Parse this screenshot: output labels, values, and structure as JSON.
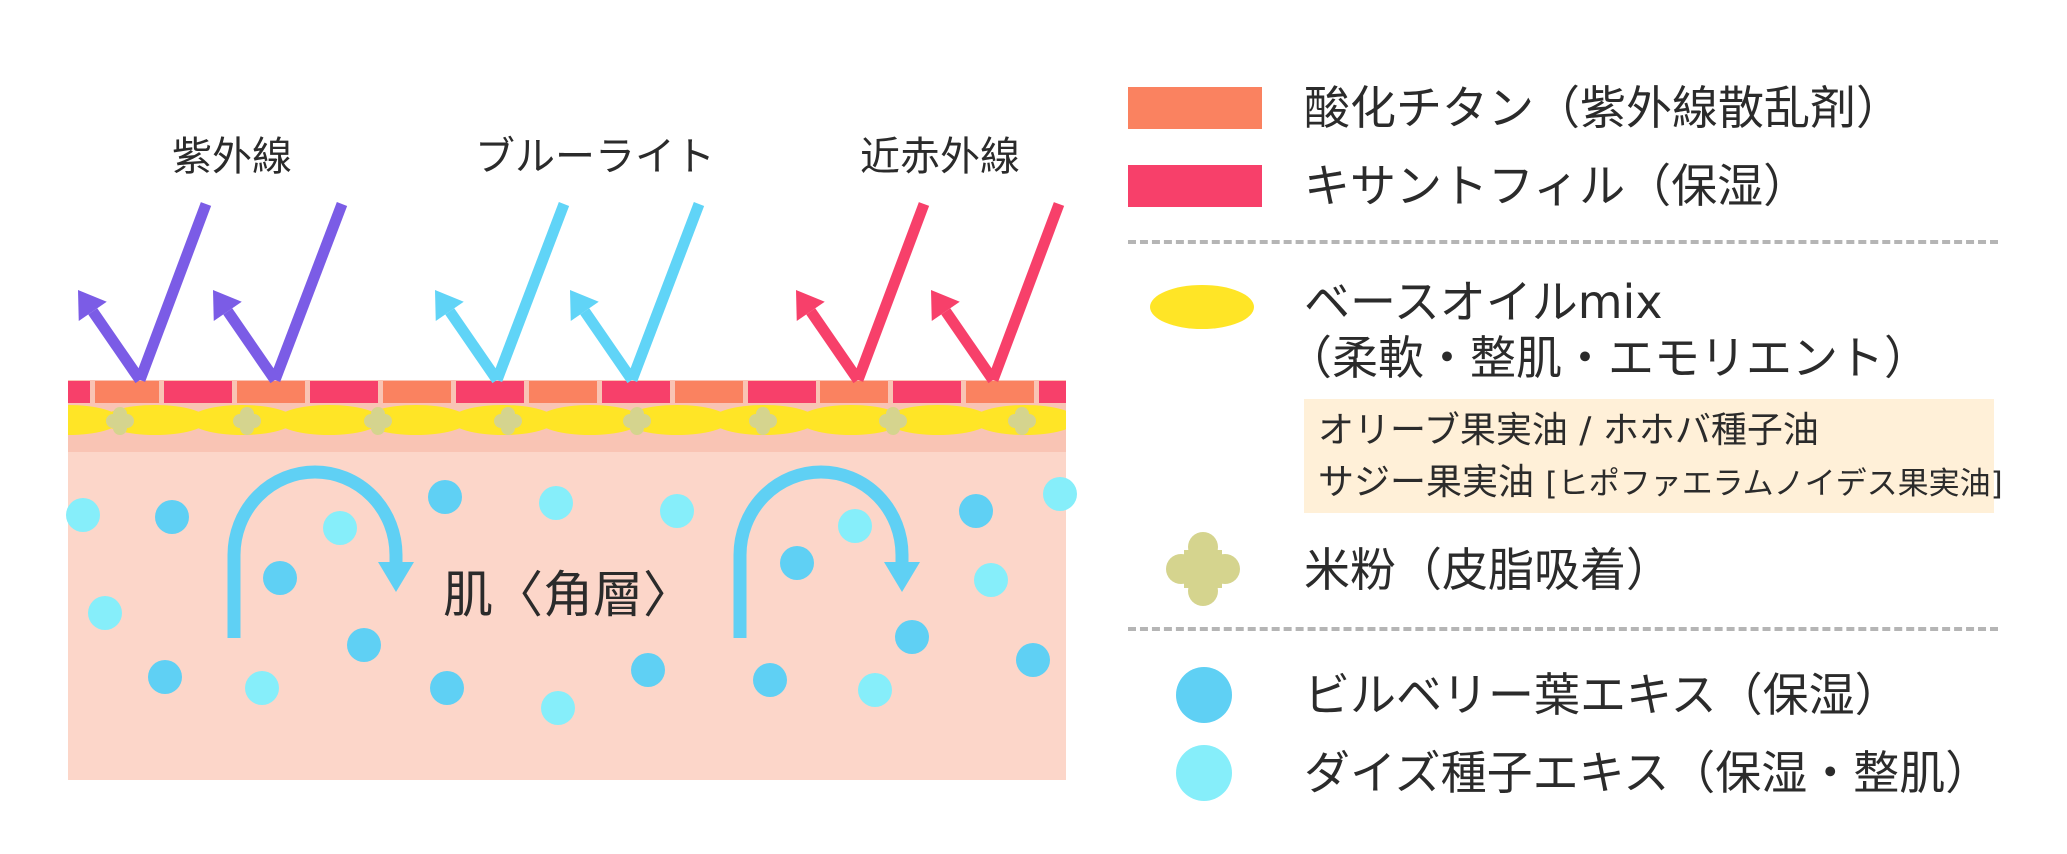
{
  "rays": {
    "uv": {
      "label": "紫外線",
      "color": "#7b5ce6"
    },
    "blue": {
      "label": "ブルーライト",
      "color": "#60d4f7"
    },
    "nir": {
      "label": "近赤外線",
      "color": "#f7406a"
    }
  },
  "skin": {
    "label": "肌〈角層〉",
    "color": "#fcd6c9",
    "arrow_color": "#5fd0f4"
  },
  "legend": {
    "titanium": {
      "label": "酸化チタン（紫外線散乱剤）",
      "color": "#fa8260"
    },
    "xanthophyll": {
      "label": "キサントフィル（保湿）",
      "color": "#f7406a"
    },
    "base_oil": {
      "line1": "ベースオイルmix",
      "line2": "（柔軟・整肌・エモリエント）",
      "color": "#ffe526",
      "ingredients": {
        "line1": "オリーブ果実油 / ホホバ種子油",
        "line2_main": "サジー果実油",
        "line2_sub": "[ヒポファエラムノイデス果実油]"
      }
    },
    "rice_powder": {
      "label": "米粉（皮脂吸着）",
      "color": "#d5d48e"
    },
    "bilberry": {
      "label": "ビルベリー葉エキス（保湿）",
      "color": "#5fd0f4"
    },
    "soybean": {
      "label": "ダイズ種子エキス（保湿・整肌）",
      "color": "#86eefa"
    }
  }
}
